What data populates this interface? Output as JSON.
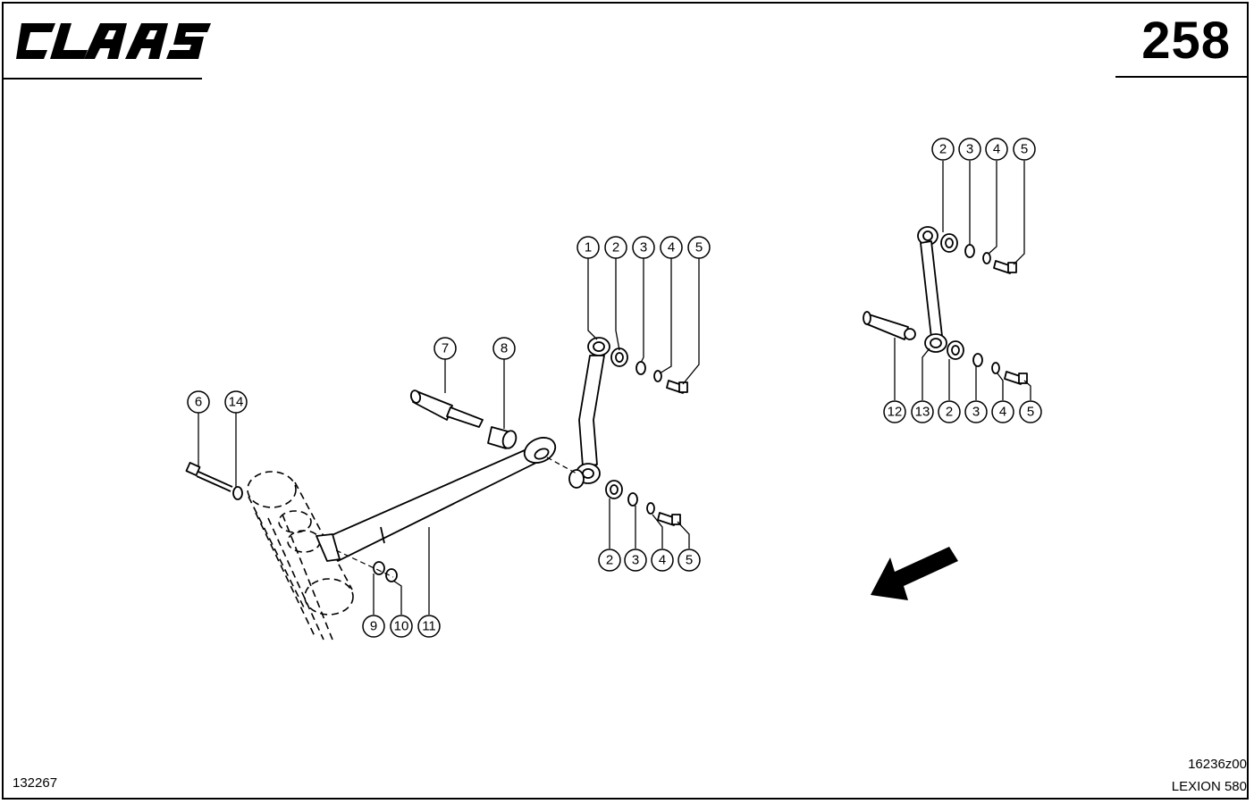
{
  "header": {
    "brand": "CLAAS",
    "page_number": "258"
  },
  "footer": {
    "doc_id": "132267",
    "drawing_number": "16236z00",
    "model": "LEXION 580"
  },
  "callouts": {
    "top_row": [
      "1",
      "2",
      "3",
      "4",
      "5"
    ],
    "mid_labels": [
      "7",
      "8"
    ],
    "left_labels": [
      "6",
      "14"
    ],
    "bottom_row": [
      "2",
      "3",
      "4",
      "5"
    ],
    "lower_left": [
      "9",
      "10",
      "11"
    ],
    "inset_top": [
      "2",
      "3",
      "4",
      "5"
    ],
    "inset_bottom": [
      "12",
      "13",
      "2",
      "3",
      "4",
      "5"
    ]
  },
  "icons": {
    "direction_arrow": "arrow-down-left-icon"
  }
}
